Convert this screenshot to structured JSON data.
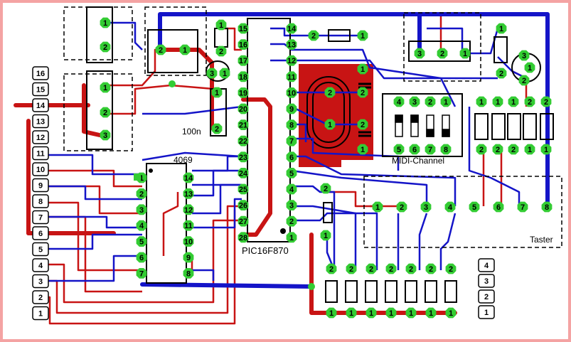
{
  "labels": {
    "mcu": "PIC16F870",
    "inverter": "4069",
    "capacitor": "100n",
    "midi": "MIDI-Channel",
    "taster": "Taster"
  },
  "mcu_left_pins": [
    "15",
    "16",
    "17",
    "18",
    "19",
    "20",
    "21",
    "22",
    "23",
    "24",
    "25",
    "26",
    "27",
    "28"
  ],
  "mcu_right_pins": [
    "14",
    "13",
    "12",
    "11",
    "10",
    "9",
    "8",
    "7",
    "6",
    "5",
    "4",
    "3",
    "2",
    "1"
  ],
  "ic4069_left_pins": [
    "1",
    "2",
    "3",
    "4",
    "5",
    "6",
    "7"
  ],
  "ic4069_right_pins": [
    "14",
    "13",
    "12",
    "11",
    "10",
    "9",
    "8"
  ],
  "connector_left_pins": [
    "16",
    "15",
    "14",
    "13",
    "12",
    "11",
    "10",
    "9",
    "8",
    "7",
    "6",
    "5",
    "4",
    "3",
    "2",
    "1"
  ],
  "connector_right_pins": [
    "4",
    "3",
    "2",
    "1"
  ],
  "taster_pins": [
    "1",
    "2",
    "3",
    "4",
    "5",
    "6",
    "7",
    "8"
  ],
  "midi_top_pins": [
    "4",
    "3",
    "2",
    "1"
  ],
  "midi_bottom_pins": [
    "5",
    "6",
    "7",
    "8"
  ],
  "resistor_pin_top": "2",
  "resistor_pin_bottom": "1",
  "colors": {
    "top_trace": "#cc1111",
    "bottom_trace": "#1111cc",
    "pad": "#33cc33",
    "frame": "#f4a3a3",
    "outline": "#000000"
  }
}
